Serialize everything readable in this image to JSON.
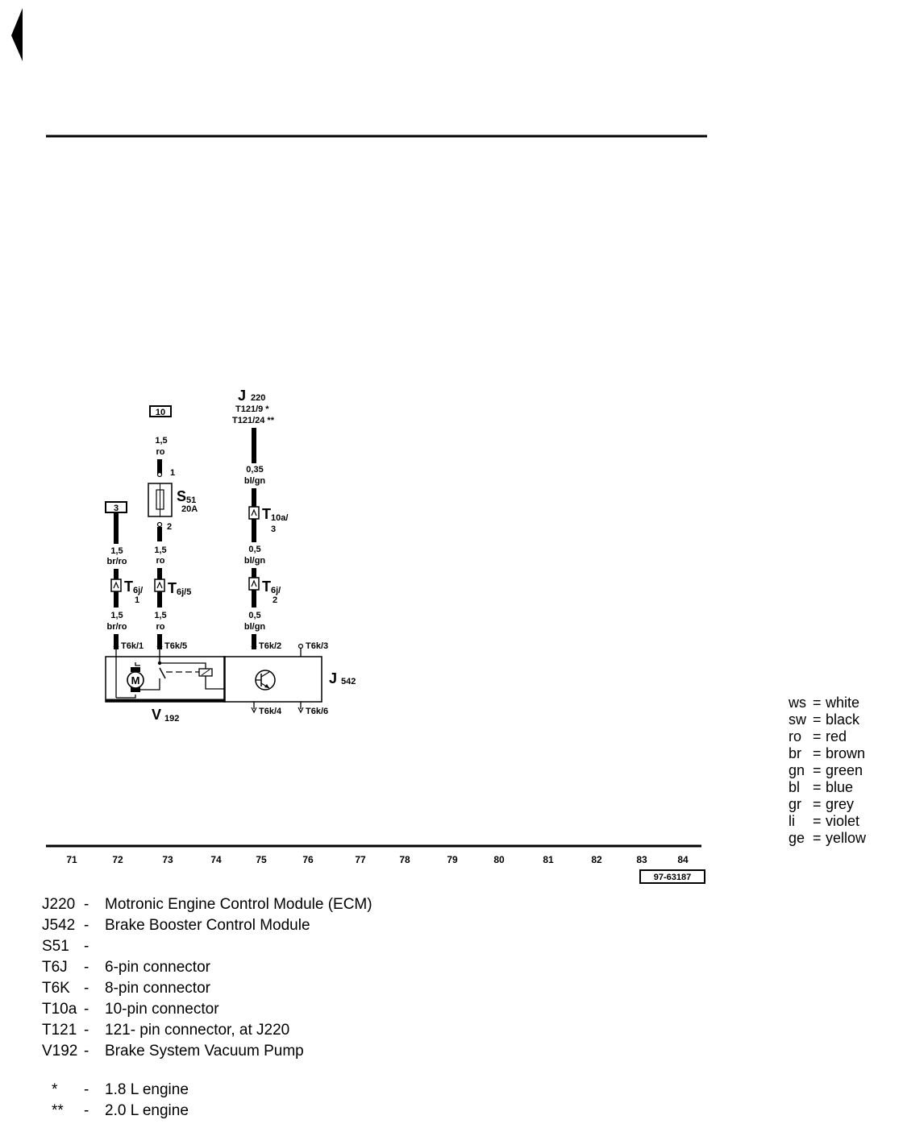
{
  "diagram": {
    "top_box_10": "10",
    "top_box_3": "3",
    "w_15": "1,5",
    "w_ro": "ro",
    "w_brro": "br/ro",
    "pin1": "1",
    "pin2": "2",
    "s51": "S",
    "s51_sub": "51",
    "s51_amp": "20A",
    "j220": "J",
    "j220_sub": "220",
    "t121_9": "T121/9  *",
    "t121_24": "T121/24 **",
    "w_035": "0,35",
    "w_blgn": "bl/gn",
    "w_05": "0,5",
    "t10a": "T",
    "t10a_sub": "10a/",
    "t10a_pin": "3",
    "t6j": "T",
    "t6j_sub": "6j/",
    "t6j_pin1": "1",
    "t6j_5": "6j/5",
    "t6j_pin2": "2",
    "t6k1": "T6k/1",
    "t6k5": "T6k/5",
    "t6k2": "T6k/2",
    "t6k3": "T6k/3",
    "t6k4": "T6k/4",
    "t6k6": "T6k/6",
    "m": "M",
    "j542": "J",
    "j542_sub": "542",
    "v192": "V",
    "v192_sub": "192",
    "axis": [
      "71",
      "72",
      "73",
      "74",
      "75",
      "76",
      "77",
      "78",
      "79",
      "80",
      "81",
      "82",
      "83",
      "84"
    ],
    "ref": "97-63187"
  },
  "legend": [
    {
      "code": "ws",
      "eq": "=",
      "name": "white"
    },
    {
      "code": "sw",
      "eq": "=",
      "name": "black"
    },
    {
      "code": "ro",
      "eq": "=",
      "name": "red"
    },
    {
      "code": "br",
      "eq": "=",
      "name": "brown"
    },
    {
      "code": "gn",
      "eq": "=",
      "name": "green"
    },
    {
      "code": "bl",
      "eq": "=",
      "name": "blue"
    },
    {
      "code": "gr",
      "eq": "=",
      "name": "grey"
    },
    {
      "code": "li",
      "eq": "=",
      "name": "violet"
    },
    {
      "code": "ge",
      "eq": "=",
      "name": "yellow"
    }
  ],
  "components": [
    {
      "code": "J220",
      "dash": "-",
      "text": "Motronic Engine Control Module (ECM)"
    },
    {
      "code": "J542",
      "dash": "-",
      "text": "Brake Booster Control Module"
    },
    {
      "code": "S51",
      "dash": "-",
      "text": ""
    },
    {
      "code": "T6J",
      "dash": "-",
      "text": "6-pin connector"
    },
    {
      "code": "T6K",
      "dash": "-",
      "text": "8-pin connector"
    },
    {
      "code": "T10a",
      "dash": "-",
      "text": "10-pin connector"
    },
    {
      "code": "T121",
      "dash": "-",
      "text": "121- pin connector, at J220"
    },
    {
      "code": "V192",
      "dash": "-",
      "text": "Brake System Vacuum Pump"
    }
  ],
  "notes": [
    {
      "code": "*",
      "dash": "-",
      "text": "1.8 L engine"
    },
    {
      "code": "**",
      "dash": "-",
      "text": "2.0 L engine"
    }
  ]
}
